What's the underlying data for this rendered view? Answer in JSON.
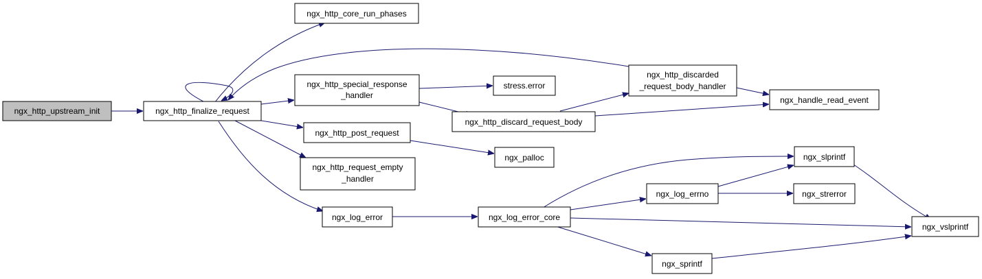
{
  "graph": {
    "colors": {
      "node_fill": "#ffffff",
      "root_fill": "#bfbfbf",
      "node_border": "#000000",
      "edge": "#191970"
    },
    "nodes": {
      "upstream_init": {
        "lines": [
          "ngx_http_upstream_init"
        ]
      },
      "finalize_request": {
        "lines": [
          "ngx_http_finalize_request"
        ]
      },
      "core_run_phases": {
        "lines": [
          "ngx_http_core_run_phases"
        ]
      },
      "special_response_handler": {
        "lines": [
          "ngx_http_special_response",
          "_handler"
        ]
      },
      "post_request": {
        "lines": [
          "ngx_http_post_request"
        ]
      },
      "request_empty_handler": {
        "lines": [
          "ngx_http_request_empty",
          "_handler"
        ]
      },
      "log_error": {
        "lines": [
          "ngx_log_error"
        ]
      },
      "stress_error": {
        "lines": [
          "stress.error"
        ]
      },
      "discard_request_body": {
        "lines": [
          "ngx_http_discard_request_body"
        ]
      },
      "discarded_request_body_handler": {
        "lines": [
          "ngx_http_discarded",
          "_request_body_handler"
        ]
      },
      "handle_read_event": {
        "lines": [
          "ngx_handle_read_event"
        ]
      },
      "palloc": {
        "lines": [
          "ngx_palloc"
        ]
      },
      "log_error_core": {
        "lines": [
          "ngx_log_error_core"
        ]
      },
      "log_errno": {
        "lines": [
          "ngx_log_errno"
        ]
      },
      "slprintf": {
        "lines": [
          "ngx_slprintf"
        ]
      },
      "strerror": {
        "lines": [
          "ngx_strerror"
        ]
      },
      "vslprintf": {
        "lines": [
          "ngx_vslprintf"
        ]
      },
      "sprintf": {
        "lines": [
          "ngx_sprintf"
        ]
      }
    }
  }
}
